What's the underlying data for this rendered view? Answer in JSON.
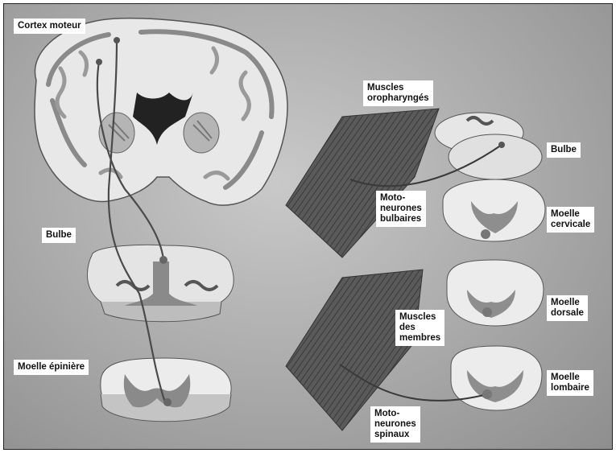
{
  "labels": {
    "cortex_moteur": "Cortex moteur",
    "bulbe_left": "Bulbe",
    "moelle_epiniere": "Moelle épinière",
    "muscles_oropharynges": [
      "Muscles",
      "oropharyngés"
    ],
    "bulbe_right": "Bulbe",
    "motoneurones_bulbaires": [
      "Moto-",
      "neurones",
      "bulbaires"
    ],
    "moelle_cervicale": [
      "Moelle",
      "cervicale"
    ],
    "muscles_membres": [
      "Muscles",
      "des",
      "membres"
    ],
    "moelle_dorsale": [
      "Moelle",
      "dorsale"
    ],
    "moelle_lombaire": [
      "Moelle",
      "lombaire"
    ],
    "motoneurones_spinaux": [
      "Moto-",
      "neurones",
      "spinaux"
    ]
  }
}
